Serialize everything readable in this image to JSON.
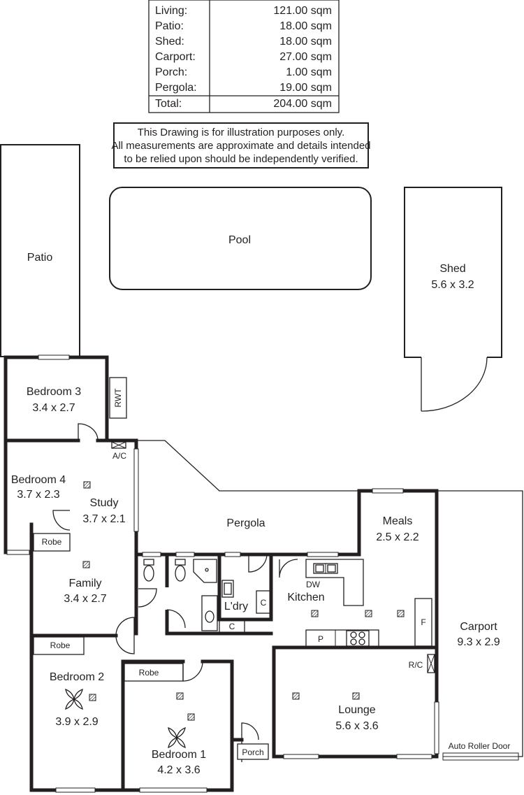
{
  "area_table": {
    "rows": [
      {
        "label": "Living:",
        "value": "121.00 sqm"
      },
      {
        "label": "Patio:",
        "value": "18.00 sqm"
      },
      {
        "label": "Shed:",
        "value": "18.00 sqm"
      },
      {
        "label": "Carport:",
        "value": "27.00 sqm"
      },
      {
        "label": "Porch:",
        "value": "1.00 sqm"
      },
      {
        "label": "Pergola:",
        "value": "19.00 sqm"
      }
    ],
    "total": {
      "label": "Total:",
      "value": "204.00 sqm"
    }
  },
  "disclaimer": [
    "This Drawing is for illustration purposes only.",
    "All measurements are approximate and details intended",
    "to be relied upon should be independently verified."
  ],
  "rooms": {
    "patio": {
      "name": "Patio"
    },
    "pool": {
      "name": "Pool"
    },
    "shed": {
      "name": "Shed",
      "size": "5.6 x 3.2"
    },
    "bedroom3": {
      "name": "Bedroom 3",
      "size": "3.4 x 2.7"
    },
    "bedroom4": {
      "name": "Bedroom 4",
      "size": "3.7 x 2.3"
    },
    "study": {
      "name": "Study",
      "size": "3.7 x 2.1"
    },
    "family": {
      "name": "Family",
      "size": "3.4 x 2.7"
    },
    "pergola": {
      "name": "Pergola"
    },
    "meals": {
      "name": "Meals",
      "size": "2.5 x 2.2"
    },
    "kitchen": {
      "name": "Kitchen"
    },
    "laundry": {
      "name": "L'dry"
    },
    "carport": {
      "name": "Carport",
      "size": "9.3 x 2.9"
    },
    "bedroom2": {
      "name": "Bedroom 2",
      "size": "3.9 x 2.9"
    },
    "bedroom1": {
      "name": "Bedroom 1",
      "size": "4.2 x 3.6"
    },
    "lounge": {
      "name": "Lounge",
      "size": "5.6 x 3.6"
    },
    "porch": {
      "name": "Porch"
    }
  },
  "fixtures": {
    "rwt": "RWT",
    "ac": "A/C",
    "robe_bed4": "Robe",
    "robe_bed2": "Robe",
    "robe_bed1": "Robe",
    "dw": "DW",
    "pantry": "P",
    "fridge": "F",
    "rc": "R/C",
    "cupboard_ldry": "C",
    "cupboard_hall": "C",
    "auto_roller_door": "Auto Roller Door"
  }
}
